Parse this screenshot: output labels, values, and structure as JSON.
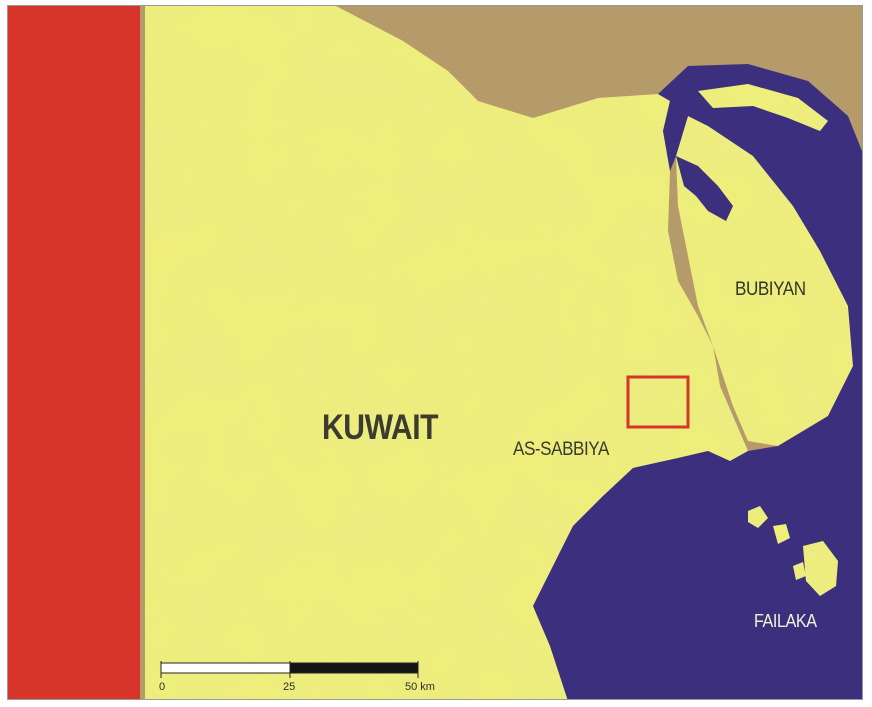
{
  "map": {
    "labels": {
      "kuwait": "KUWAIT",
      "as_sabbiya": "AS-SABBIYA",
      "bubiyan": "BUBIYAN",
      "failaka": "FAILAKA"
    },
    "scale_bar": {
      "tick_0": "0",
      "tick_25": "25",
      "tick_50": "50 km"
    },
    "colors": {
      "land": "#efef78",
      "water": "#3b2f7e",
      "background": "#b59a6a",
      "border_strip": "#d8352a",
      "study_area_box": "#d8352a"
    }
  }
}
